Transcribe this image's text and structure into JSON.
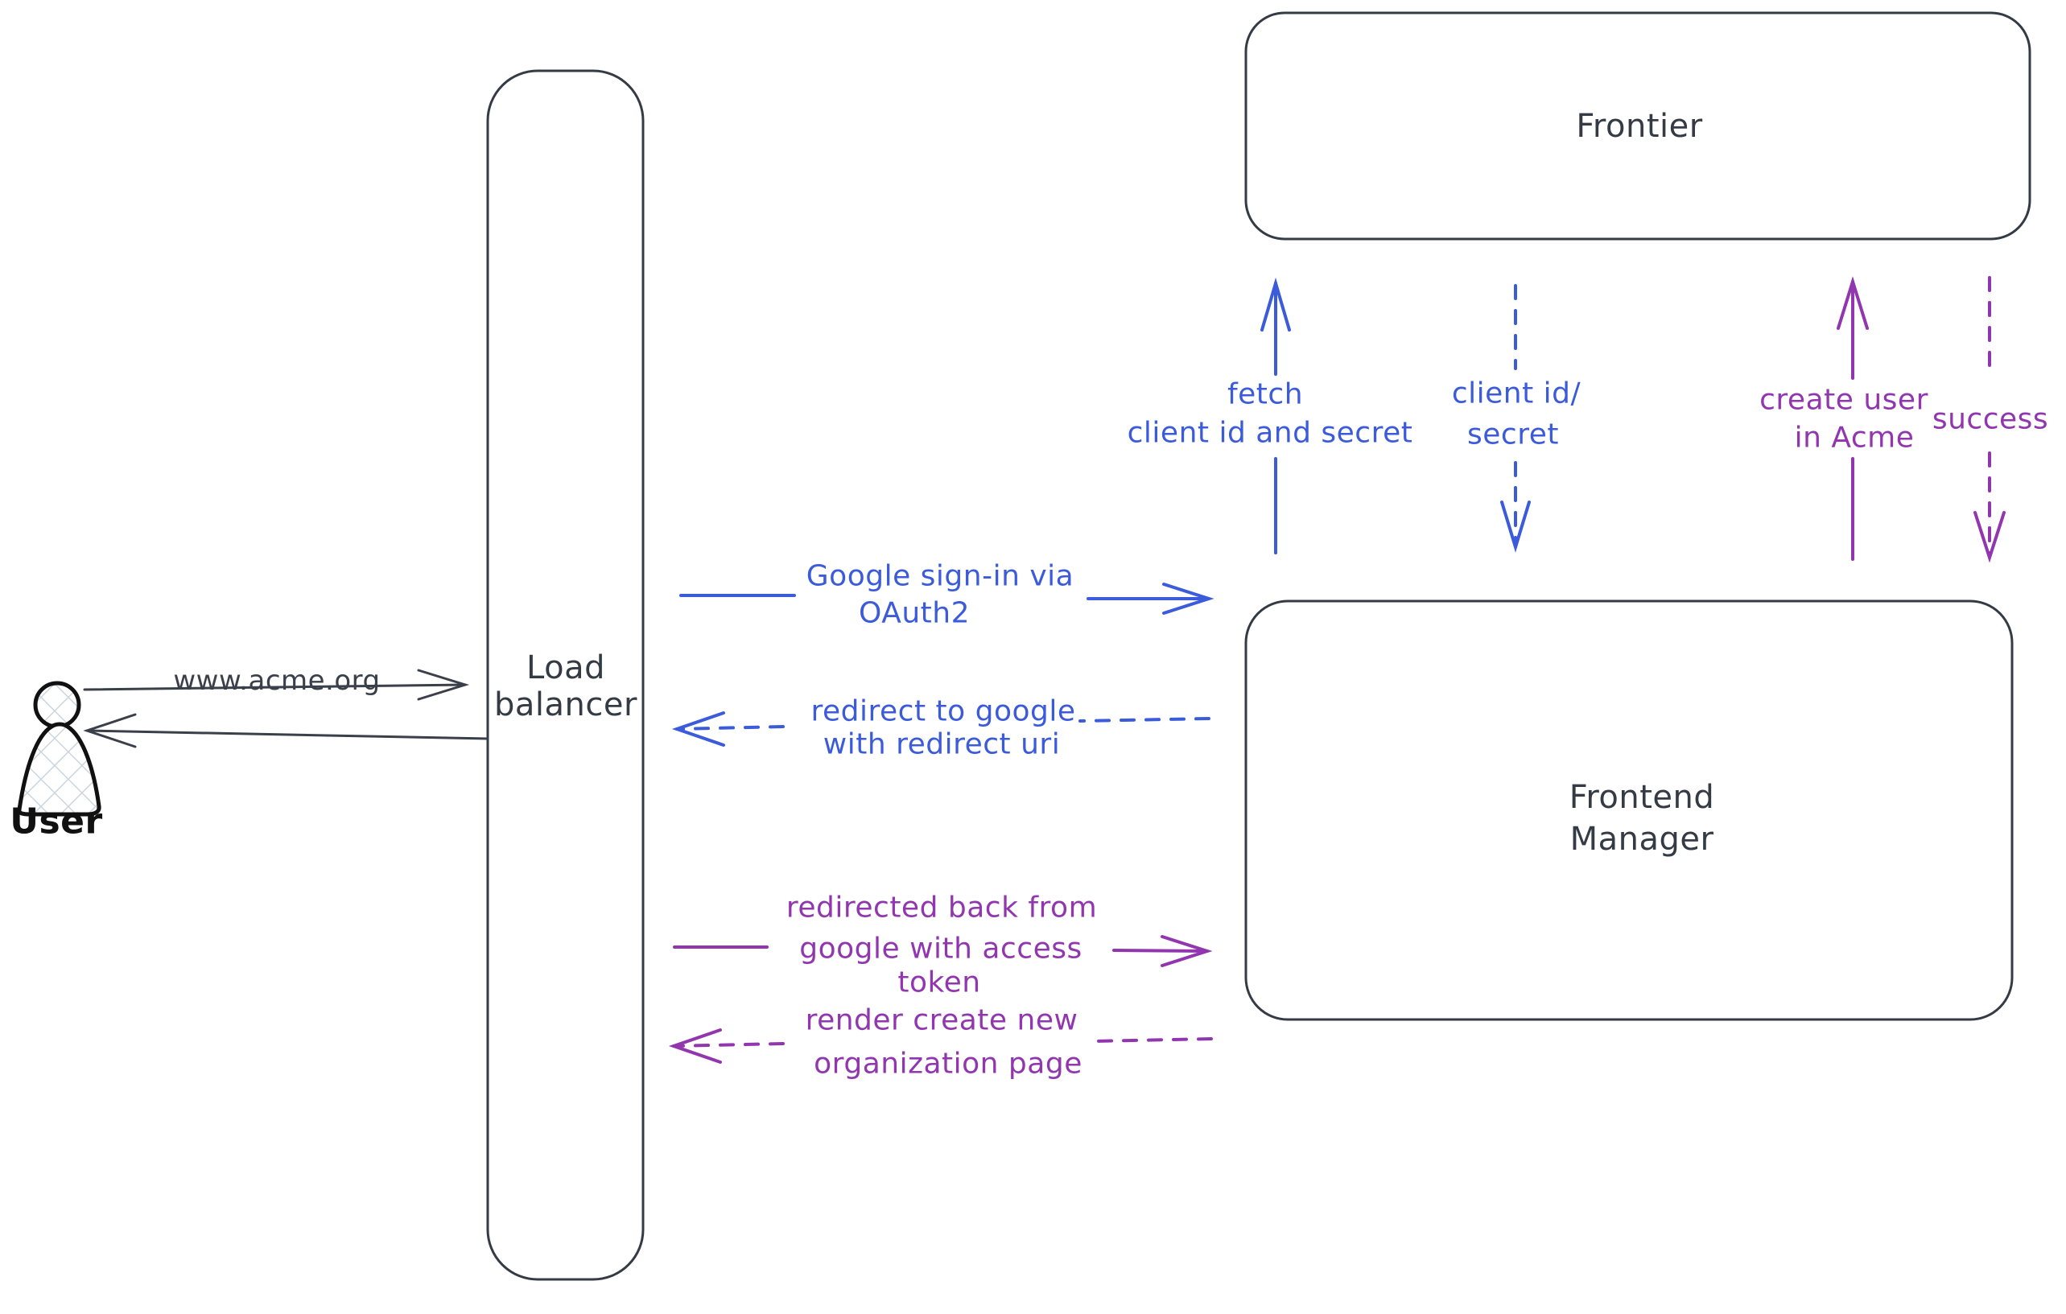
{
  "diagram_title": "OAuth sign-in flow diagram",
  "colors": {
    "stroke_dark": "#3a4049",
    "stroke_black": "#111111",
    "blue": "#3b5bdb",
    "purple": "#9236b0",
    "hatch": "#ccd5de",
    "background": "#ffffff"
  },
  "nodes": {
    "user": {
      "label": "User"
    },
    "load_balancer": {
      "line1": "Load",
      "line2": "balancer"
    },
    "frontier": {
      "label": "Frontier"
    },
    "frontend_manager": {
      "line1": "Frontend",
      "line2": "Manager"
    }
  },
  "edges": {
    "acme_request": {
      "label": "www.acme.org"
    },
    "google_signin": {
      "line1": "Google sign-in via",
      "line2": "OAuth2"
    },
    "redirect_to_google": {
      "line1": "redirect to google",
      "line2": "with redirect uri"
    },
    "redirected_back": {
      "line1": "redirected back from",
      "line2": "google with access",
      "line3": "token"
    },
    "render_page": {
      "line1": "render create new",
      "line2": "organization page"
    },
    "fetch_secret": {
      "line1": "fetch",
      "line2": "client id and secret"
    },
    "client_id_secret": {
      "line1": "client id/",
      "line2": "secret"
    },
    "create_user": {
      "line1": "create user",
      "line2": "in Acme"
    },
    "success": {
      "label": "success"
    }
  }
}
